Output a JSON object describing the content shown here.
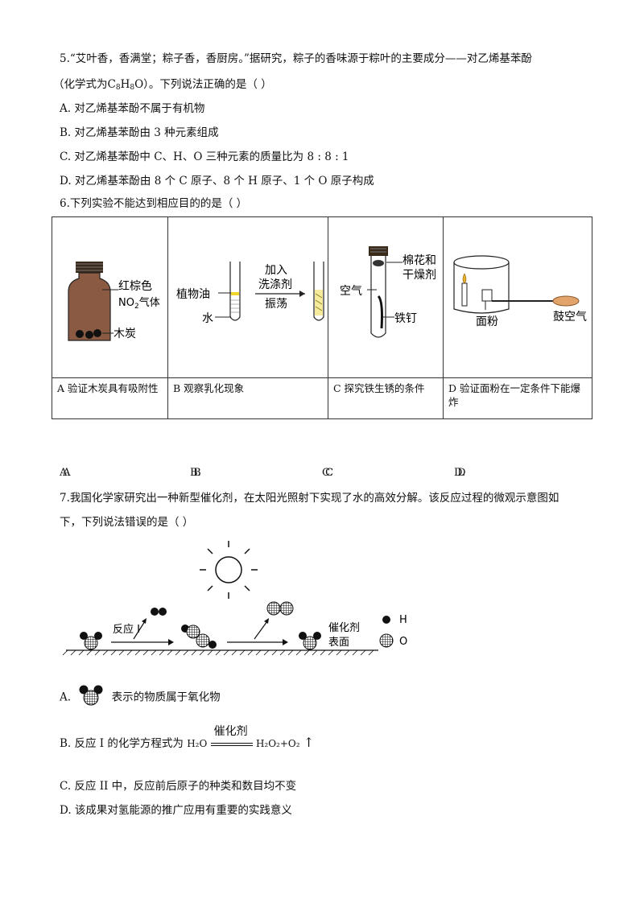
{
  "q5": {
    "stem_line1": "5.“艾叶香，香满堂；粽子香，香厨房。”据研究，粽子的香味源于粽叶的主要成分——对乙烯基苯酚",
    "stem_line2_pre": "（化学式为",
    "formula": {
      "c": "C",
      "c_sub": "8",
      "h": "H",
      "h_sub": "8",
      "o": "O"
    },
    "stem_line2_post": "）。下列说法正确的是（ ）",
    "options": [
      "A. 对乙烯基苯酚不属于有机物",
      "B. 对乙烯基苯酚由 3 种元素组成",
      "C. 对乙烯基苯酚中 C、H、O 三种元素的质量比为 8 : 8 : 1",
      "D. 对乙烯基苯酚由 8 个 C 原子、8 个 H 原子、1 个 O 原子构成"
    ]
  },
  "q6": {
    "stem": "6.下列实验不能达到相应目的的是（ ）",
    "figA": {
      "label1": "红棕色",
      "label2_pre": "NO",
      "label2_sub": "2",
      "label2_post": "气体",
      "label3": "木炭"
    },
    "figB": {
      "oil": "植物油",
      "water": "水",
      "arrow1": "加入",
      "arrow2": "洗涤剂",
      "arrow3": "振荡"
    },
    "figC": {
      "cotton1": "棉花和",
      "cotton2": "干燥剂",
      "air": "空气",
      "nail": "铁钉"
    },
    "figD": {
      "flour": "面粉",
      "blow": "鼓空气"
    },
    "captions": [
      "A 验证木炭具有吸附性",
      "B 观察乳化现象",
      "C 探究铁生锈的条件",
      "D 验证面粉在一定条件下能爆炸"
    ],
    "options": [
      {
        "letter": "A.",
        "text": "A"
      },
      {
        "letter": "B.",
        "text": "B"
      },
      {
        "letter": "C.",
        "text": "C"
      },
      {
        "letter": "D.",
        "text": "D"
      }
    ]
  },
  "q7": {
    "stem_line1": "7.我国化学家研究出一种新型催化剂，在太阳光照射下实现了水的高效分解。该反应过程的微观示意图如",
    "stem_line2": "下，下列说法错误的是（ ）",
    "diagram": {
      "reaction1": "反应 I",
      "surface1": "催化剂",
      "surface2": "表面",
      "legend_h": "H",
      "legend_o": "O"
    },
    "optA_letter": "A.",
    "optA_text": "表示的物质属于氧化物",
    "optB_pre": "B. 反应 I 的化学方程式为",
    "optB_catalyst": "催化剂",
    "optB_lhs": "H₂O",
    "optB_rhs": "H₂O₂+O₂",
    "optB_arrow": "↑",
    "optC": "C. 反应 II 中，反应前后原子的种类和数目均不变",
    "optD": "D. 该成果对氢能源的推广应用有重要的实践意义"
  }
}
